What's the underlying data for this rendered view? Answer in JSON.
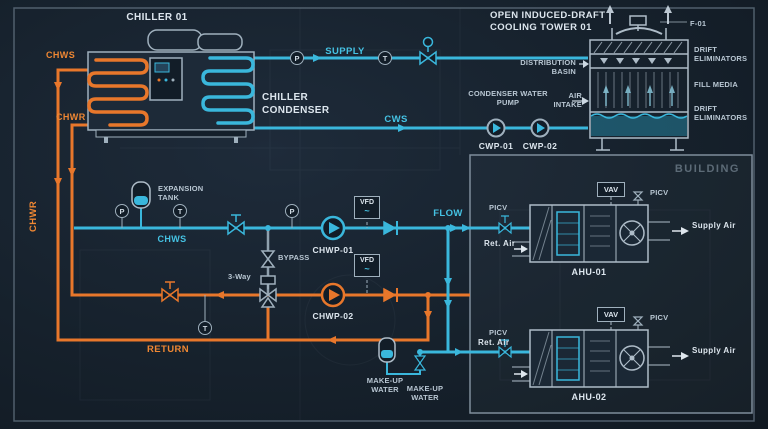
{
  "colors": {
    "background": "#16212c",
    "supply_cyan": "#3ab7dc",
    "return_orange": "#e8772b",
    "line_gray": "#9fb0bd"
  },
  "chiller": {
    "title": "CHILLER 01",
    "condenser_label": "CHILLER CONDENSER",
    "chws": "CHWS",
    "chwr": "CHWR"
  },
  "condenser_loop": {
    "supply": "SUPPLY",
    "cws": "CWS",
    "pump_group": "CONDENSER WATER PUMP",
    "cwp01": "CWP-01",
    "cwp02": "CWP-02"
  },
  "cooling_tower": {
    "title": "OPEN INDUCED-DRAFT COOLING TOWER 01",
    "fan_tag": "F-01",
    "distribution_basin": "DISTRIBUTION BASIN",
    "drift_eliminators_top": "DRIFT ELIMINATORS",
    "fill_media": "FILL MEDIA",
    "air_intake": "AIR INTAKE",
    "drift_eliminators_bottom": "DRIFT ELIMINATORS"
  },
  "chilled_loop": {
    "expansion_tank": "EXPANSION TANK",
    "chws": "CHWS",
    "chwr_riser": "CHWR",
    "vfd": "VFD",
    "vfd_wave": "~",
    "chwp01": "CHWP-01",
    "chwp02": "CHWP-02",
    "bypass": "BYPASS",
    "three_way": "3-Way",
    "return": "RETURN",
    "flow": "FLOW"
  },
  "makeup": {
    "label1": "MAKE-UP WATER",
    "label2": "MAKE-UP WATER"
  },
  "building": {
    "title": "BUILDING",
    "ahu01": {
      "name": "AHU-01",
      "picv_in": "PICV",
      "picv_out": "PICV",
      "vav": "VAV",
      "supply_air": "Supply Air",
      "return_air": "Ret. Air"
    },
    "ahu02": {
      "name": "AHU-02",
      "picv_in": "PICV",
      "picv_out": "PICV",
      "vav": "VAV",
      "supply_air": "Supply Air",
      "return_air": "Ret. Air"
    }
  },
  "sensors": {
    "pressure": "P",
    "temperature": "T"
  }
}
